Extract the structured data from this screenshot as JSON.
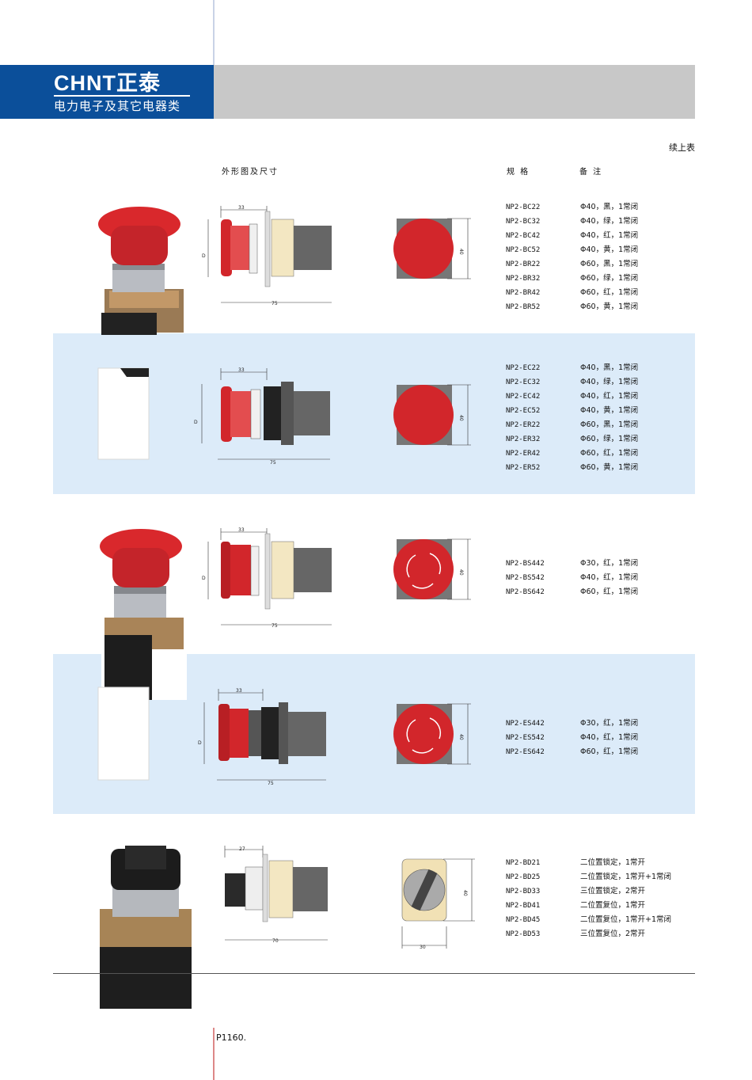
{
  "header": {
    "brand": "CHNT正泰",
    "subtitle": "电力电子及其它电器类"
  },
  "continued": "续上表",
  "columns": {
    "outline": "外形图及尺寸",
    "spec": "规 格",
    "note": "备 注"
  },
  "groups": [
    {
      "dims": {
        "top": "33",
        "side": "D",
        "bottom": "75",
        "face": "40"
      },
      "rows": [
        [
          "NP2-BC22",
          "Φ40，黑，1常闭"
        ],
        [
          "NP2-BC32",
          "Φ40，绿，1常闭"
        ],
        [
          "NP2-BC42",
          "Φ40，红，1常闭"
        ],
        [
          "NP2-BC52",
          "Φ40，黄，1常闭"
        ],
        [
          "NP2-BR22",
          "Φ60，黑，1常闭"
        ],
        [
          "NP2-BR32",
          "Φ60，绿，1常闭"
        ],
        [
          "NP2-BR42",
          "Φ60，红，1常闭"
        ],
        [
          "NP2-BR52",
          "Φ60，黄，1常闭"
        ]
      ]
    },
    {
      "dims": {
        "top": "33",
        "side": "D",
        "bottom": "75",
        "face": "40"
      },
      "rows": [
        [
          "NP2-EC22",
          "Φ40，黑，1常闭"
        ],
        [
          "NP2-EC32",
          "Φ40，绿，1常闭"
        ],
        [
          "NP2-EC42",
          "Φ40，红，1常闭"
        ],
        [
          "NP2-EC52",
          "Φ40，黄，1常闭"
        ],
        [
          "NP2-ER22",
          "Φ60，黑，1常闭"
        ],
        [
          "NP2-ER32",
          "Φ60，绿，1常闭"
        ],
        [
          "NP2-ER42",
          "Φ60，红，1常闭"
        ],
        [
          "NP2-ER52",
          "Φ60，黄，1常闭"
        ]
      ]
    },
    {
      "dims": {
        "top": "33",
        "side": "D",
        "bottom": "75",
        "face": "40"
      },
      "rows": [
        [
          "NP2-BS442",
          "Φ30，红，1常闭"
        ],
        [
          "NP2-BS542",
          "Φ40，红，1常闭"
        ],
        [
          "NP2-BS642",
          "Φ60，红，1常闭"
        ]
      ]
    },
    {
      "dims": {
        "top": "33",
        "side": "D",
        "bottom": "75",
        "face": "40"
      },
      "rows": [
        [
          "NP2-ES442",
          "Φ30，红，1常闭"
        ],
        [
          "NP2-ES542",
          "Φ40，红，1常闭"
        ],
        [
          "NP2-ES642",
          "Φ60，红，1常闭"
        ]
      ]
    },
    {
      "dims": {
        "top": "27",
        "bottom": "70",
        "face": "40",
        "facew": "30"
      },
      "rows": [
        [
          "NP2-BD21",
          "二位置锁定，1常开"
        ],
        [
          "NP2-BD25",
          "二位置锁定，1常开+1常闭"
        ],
        [
          "NP2-BD33",
          "三位置锁定，2常开"
        ],
        [
          "NP2-BD41",
          "二位置复位，1常开"
        ],
        [
          "NP2-BD45",
          "二位置复位，1常开+1常闭"
        ],
        [
          "NP2-BD53",
          "三位置复位，2常开"
        ]
      ]
    }
  ],
  "page": "P1160.",
  "colors": {
    "header_blue": "#0b4f9a",
    "band": "#dcebf9",
    "button_red": "#d2262b"
  }
}
